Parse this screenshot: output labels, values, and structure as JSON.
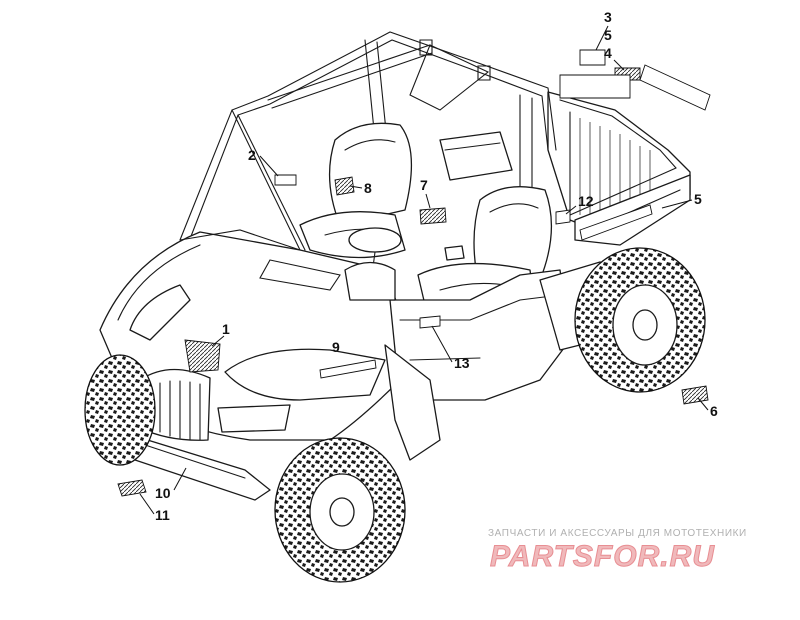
{
  "diagram": {
    "callouts": [
      "1",
      "2",
      "3",
      "4",
      "5",
      "5",
      "6",
      "7",
      "8",
      "9",
      "10",
      "11",
      "12",
      "13"
    ]
  },
  "watermark": {
    "caption": "ЗАПЧАСТИ И АКСЕССУАРЫ ДЛЯ МОТОТЕХНИКИ",
    "logo": "PARTSFOR.RU"
  }
}
